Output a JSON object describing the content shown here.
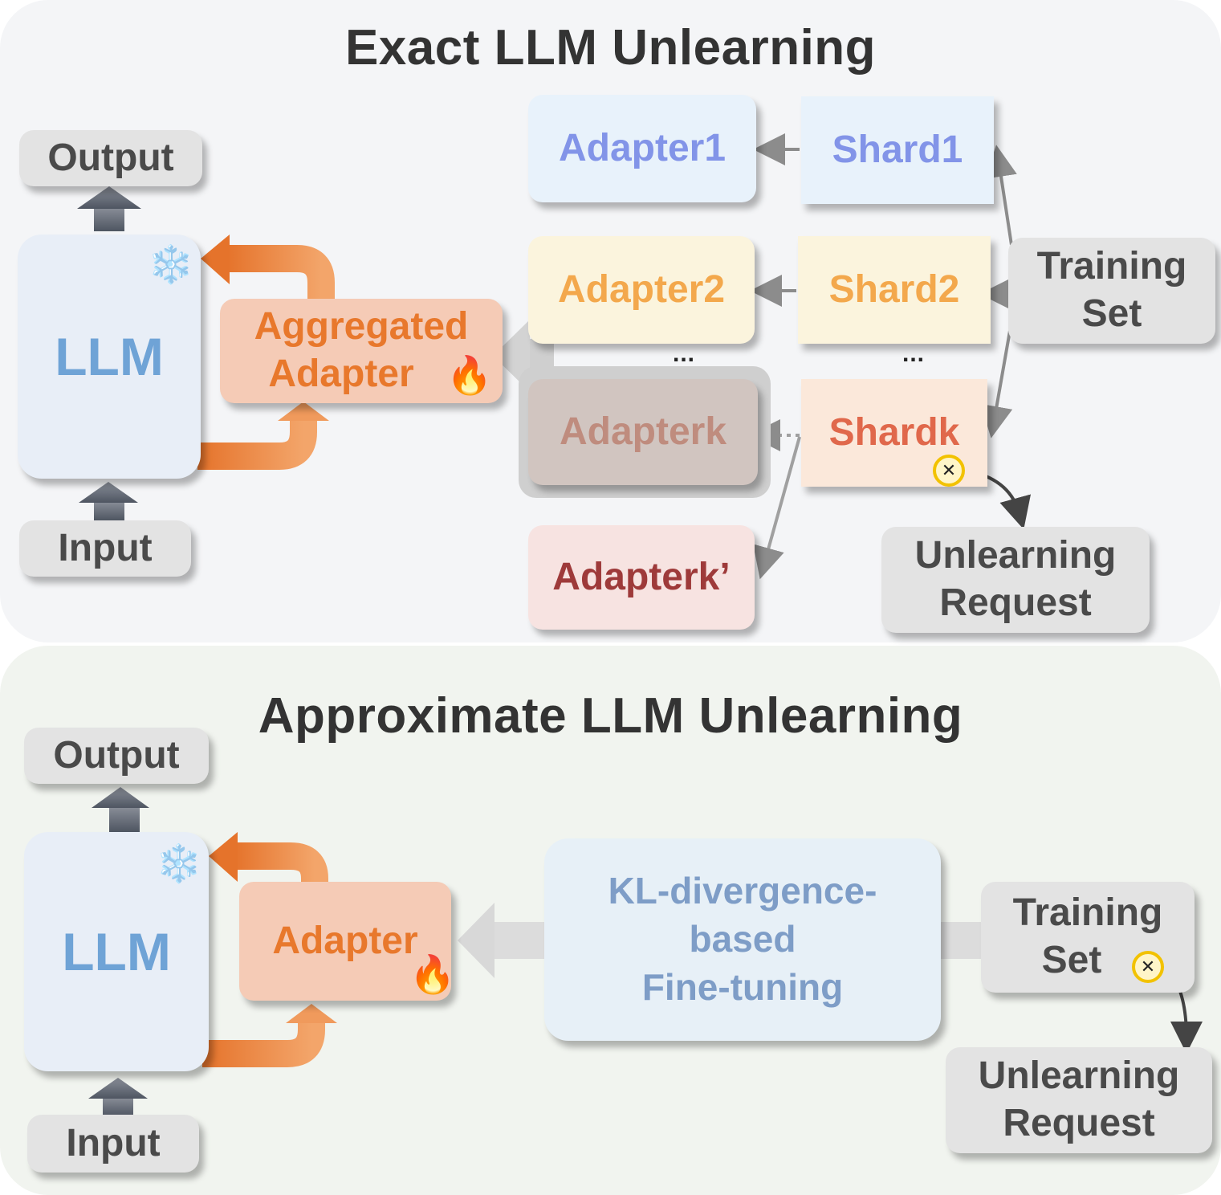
{
  "exact": {
    "title": "Exact LLM Unlearning",
    "output": "Output",
    "input": "Input",
    "llm": "LLM",
    "aggregated": [
      "Aggregated",
      "Adapter"
    ],
    "adapters": [
      "Adapter1",
      "Adapter2",
      "Adapterk"
    ],
    "adapter_new": "Adapterk’",
    "shards": [
      "Shard1",
      "Shard2",
      "Shardk"
    ],
    "ellipsis": "...",
    "training_set": [
      "Training",
      "Set"
    ],
    "unlearning_request": [
      "Unlearning",
      "Request"
    ]
  },
  "approx": {
    "title": "Approximate LLM Unlearning",
    "output": "Output",
    "input": "Input",
    "llm": "LLM",
    "adapter": "Adapter",
    "finetune": [
      "KL-divergence-",
      "based",
      "Fine-tuning"
    ],
    "training_set": [
      "Training",
      "Set"
    ],
    "unlearning_request": [
      "Unlearning",
      "Request"
    ]
  },
  "icons": {
    "frozen": "snowflake-icon",
    "trainable": "fire-icon",
    "remove": "remove-x-icon"
  },
  "colors": {
    "orange_arrow": "#e8782c",
    "llm_text": "#6fa3d6",
    "adapter1": "#8294e8",
    "adapter2": "#f3a84c",
    "adapterk": "#bf8c7e",
    "shardk": "#e0684b",
    "adapterk_prime": "#9e3a3a",
    "finetune_text": "#7e9dc7"
  }
}
